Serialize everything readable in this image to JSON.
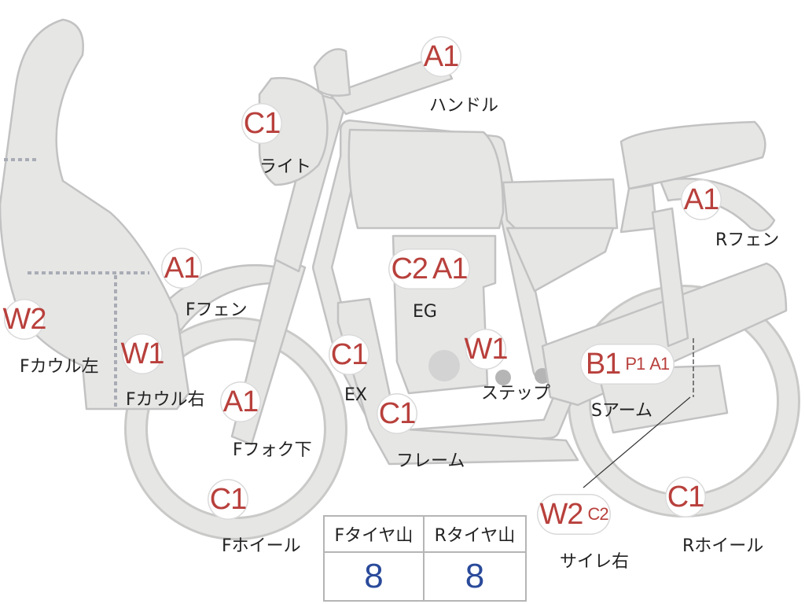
{
  "colors": {
    "body_fill": "#e6e6e5",
    "outline": "#bdbdbd",
    "grade_text": "#b8403c",
    "tread_value": "#2a4a9a"
  },
  "parts": [
    {
      "id": "handle",
      "grade": "A1",
      "label": "ハンドル"
    },
    {
      "id": "light",
      "grade": "C1",
      "label": "ライト"
    },
    {
      "id": "r-fender",
      "grade": "A1",
      "label": "Rフェン"
    },
    {
      "id": "f-fender",
      "grade": "A1",
      "label": "Fフェン"
    },
    {
      "id": "engine",
      "grade": "C2 A1",
      "label": "EG"
    },
    {
      "id": "cowl-left",
      "grade": "W2",
      "label": "Fカウル左"
    },
    {
      "id": "cowl-right",
      "grade": "W1",
      "label": "Fカウル右"
    },
    {
      "id": "exhaust",
      "grade": "C1",
      "label": "EX"
    },
    {
      "id": "step",
      "grade": "W1",
      "label": "ステップ"
    },
    {
      "id": "swingarm",
      "grade": "B1 P1 A1",
      "label": "Sアーム"
    },
    {
      "id": "f-fork",
      "grade": "A1",
      "label": "Fフォク下"
    },
    {
      "id": "frame",
      "grade": "C1",
      "label": "フレーム"
    },
    {
      "id": "f-wheel",
      "grade": "C1",
      "label": "Fホイール"
    },
    {
      "id": "muffler-r",
      "grade": "W2 C2",
      "label": "サイレ右"
    },
    {
      "id": "r-wheel",
      "grade": "C1",
      "label": "Rホイール"
    }
  ],
  "tread": {
    "front_header": "Fタイヤ山",
    "rear_header": "Rタイヤ山",
    "front_value": "8",
    "rear_value": "8"
  }
}
